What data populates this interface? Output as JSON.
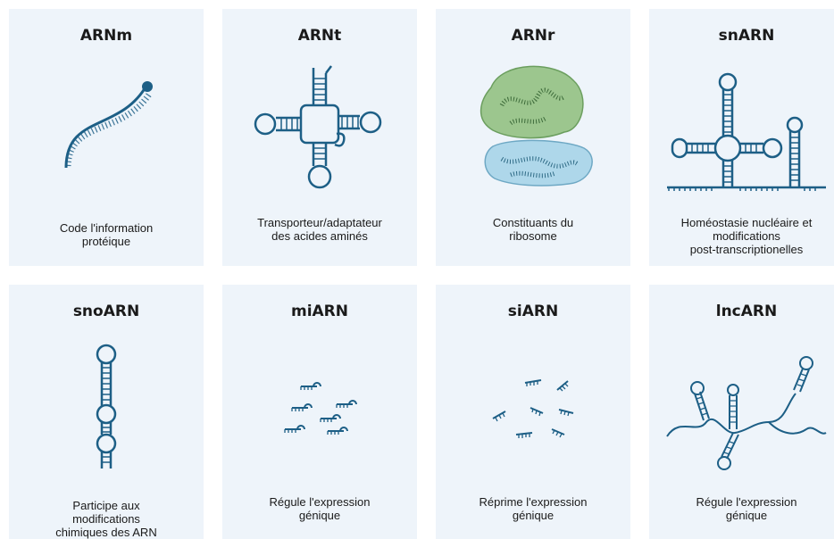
{
  "colors": {
    "card_bg": "#eef4fa",
    "stroke": "#1d5f86",
    "ribo_green": "#9cc68e",
    "ribo_blue": "#aed7ea"
  },
  "cards": [
    {
      "title": "ARNm",
      "description": "Code l'information\nprotéique",
      "icon": "mrna-strand-icon"
    },
    {
      "title": "ARNt",
      "description": "Transporteur/adaptateur\ndes acides aminés",
      "icon": "trna-cloverleaf-icon"
    },
    {
      "title": "ARNr",
      "description": "Constituants du\nribosome",
      "icon": "ribosome-icon"
    },
    {
      "title": "snARN",
      "description": "Homéostasie nucléaire et\nmodifications\npost-transcriptionelles",
      "icon": "snrna-structure-icon"
    },
    {
      "title": "snoARN",
      "description": "Participe aux\nmodifications\nchimiques des ARN",
      "icon": "snorna-hairpin-icon"
    },
    {
      "title": "miARN",
      "description": "Régule l'expression\ngénique",
      "icon": "mirna-fragments-icon"
    },
    {
      "title": "siARN",
      "description": "Réprime l'expression\ngénique",
      "icon": "sirna-fragments-icon"
    },
    {
      "title": "lncARN",
      "description": "Régule l'expression\ngénique",
      "icon": "lncrna-structure-icon"
    }
  ]
}
